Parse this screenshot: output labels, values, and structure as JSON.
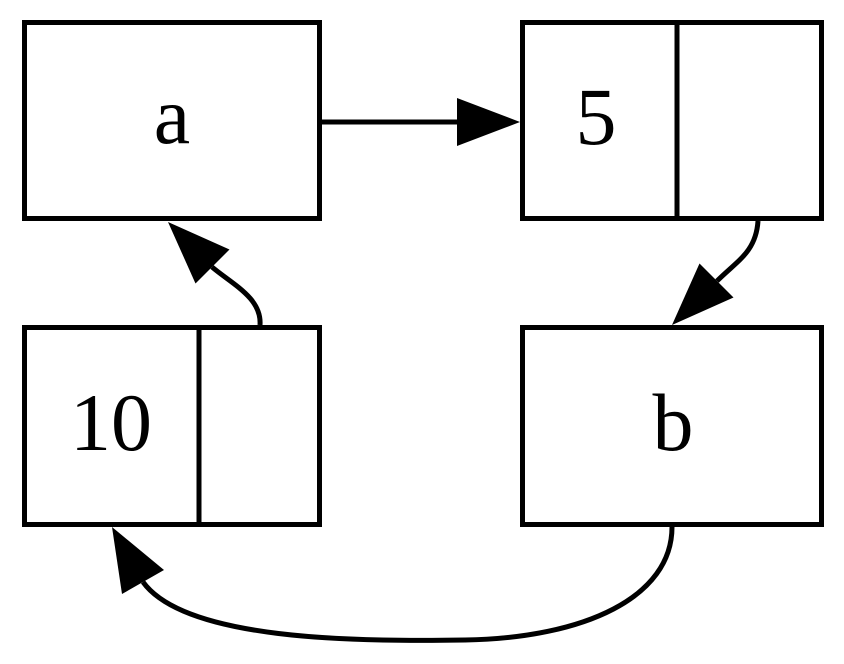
{
  "diagram": {
    "type": "box-and-pointer",
    "background": "#ffffff",
    "line_color": "#000000",
    "nodes": {
      "var_a": {
        "label": "a",
        "split": false
      },
      "pair_top": {
        "car": "5",
        "cdr": "",
        "split": true
      },
      "var_b": {
        "label": "b",
        "split": false
      },
      "pair_bottom": {
        "car": "10",
        "cdr": "",
        "split": true
      }
    },
    "edges": [
      {
        "from": "var_a",
        "to": "pair_top",
        "style": "straight-right"
      },
      {
        "from": "pair_top.cdr",
        "to": "var_b",
        "style": "curved-down-left"
      },
      {
        "from": "var_b",
        "to": "pair_bottom",
        "style": "curved-sweep-left"
      },
      {
        "from": "pair_bottom.cdr",
        "to": "var_a",
        "style": "curved-up-left"
      }
    ]
  }
}
